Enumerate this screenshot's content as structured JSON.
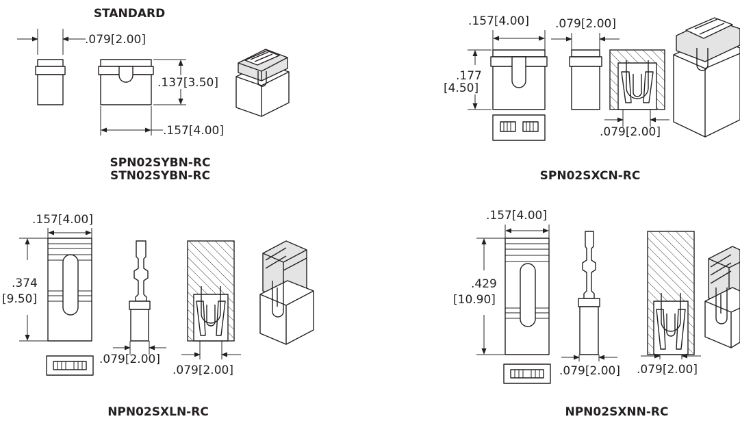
{
  "panels": [
    {
      "heading": "STANDARD",
      "part_numbers": [
        "SPN02SYBN-RC",
        "STN02SYBN-RC"
      ],
      "dims": {
        "pitch": ".079[2.00]",
        "height": ".137[3.50]",
        "width": ".157[4.00]"
      }
    },
    {
      "part_numbers": [
        "SPN02SXCN-RC"
      ],
      "dims": {
        "width": ".157[4.00]",
        "pitch_top": ".079[2.00]",
        "height_in": ".177",
        "height_mm": "[4.50]",
        "pitch_bottom": ".079[2.00]"
      }
    },
    {
      "part_numbers": [
        "NPN02SXLN-RC"
      ],
      "dims": {
        "width": ".157[4.00]",
        "height_in": ".374",
        "height_mm": "[9.50]",
        "pitch_left": ".079[2.00]",
        "pitch_right": ".079[2.00]"
      }
    },
    {
      "part_numbers": [
        "NPN02SXNN-RC"
      ],
      "dims": {
        "width": ".157[4.00]",
        "height_in": ".429",
        "height_mm": "[10.90]",
        "pitch_left": ".079[2.00]",
        "pitch_right": ".079[2.00]"
      }
    }
  ],
  "colors": {
    "line": "#231f20",
    "shade": "#e4e4e4",
    "background": "#ffffff"
  }
}
